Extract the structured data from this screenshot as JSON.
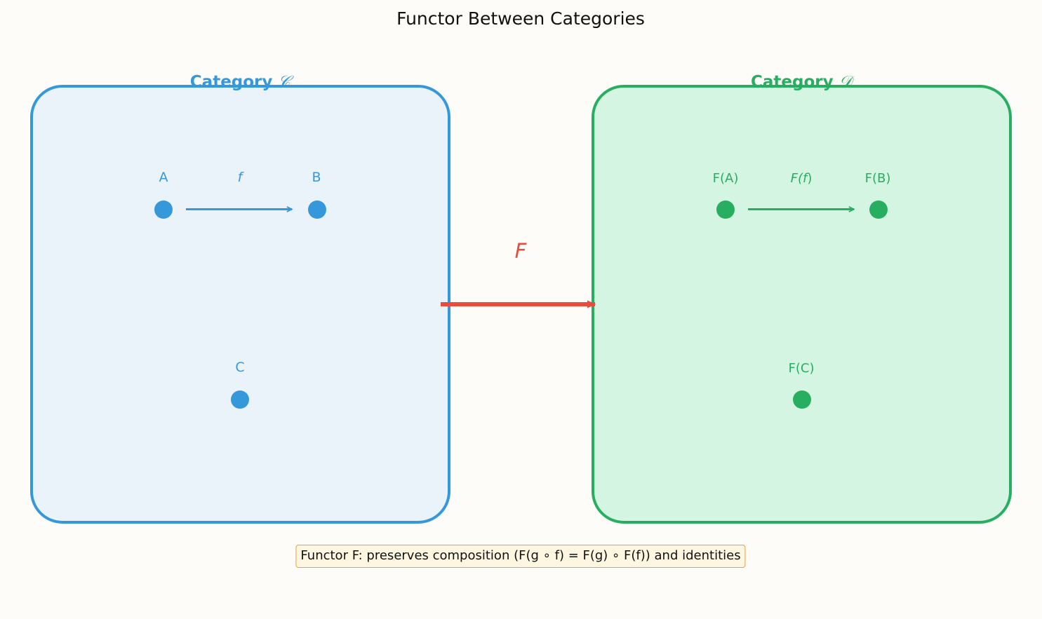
{
  "title": "Functor Between Categories",
  "colors": {
    "background": "#fdfcf8",
    "category_c": "#3498db",
    "category_c_fill": "#eaf2fa",
    "category_d": "#27ae60",
    "category_d_fill": "#d4f5e2",
    "functor": "#e74c3c",
    "caption_border": "#f0a030",
    "caption_fill": "#fdf6e1"
  },
  "category_c": {
    "label": "Category",
    "symbol": "𝒞",
    "objects": [
      {
        "id": "A",
        "label": "A"
      },
      {
        "id": "B",
        "label": "B"
      },
      {
        "id": "C",
        "label": "C"
      }
    ],
    "morphism": {
      "label": "f",
      "from": "A",
      "to": "B"
    }
  },
  "category_d": {
    "label": "Category",
    "symbol": "𝒟",
    "objects": [
      {
        "id": "FA",
        "label": "F(A)"
      },
      {
        "id": "FB",
        "label": "F(B)"
      },
      {
        "id": "FC",
        "label": "F(C)"
      }
    ],
    "morphism": {
      "label_prefix": "F(",
      "label_var": "f",
      "label_suffix": ")",
      "from": "FA",
      "to": "FB"
    }
  },
  "functor": {
    "label": "F"
  },
  "caption": "Functor F: preserves composition (F(g ∘ f) = F(g) ∘ F(f)) and identities"
}
